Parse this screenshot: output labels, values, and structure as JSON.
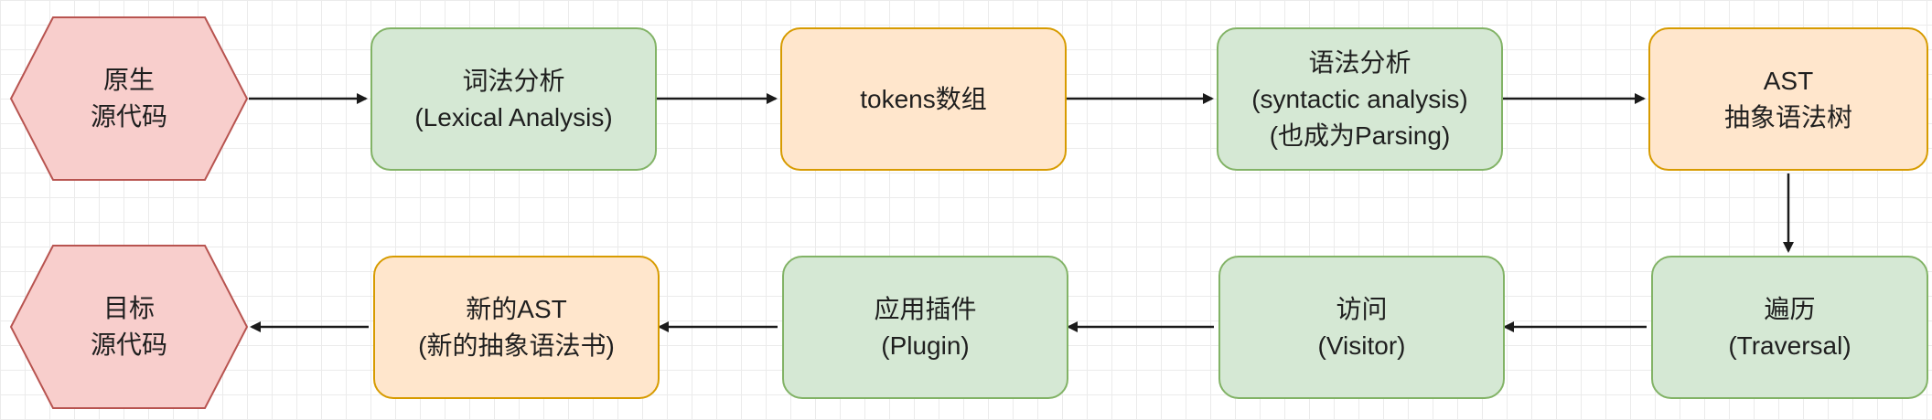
{
  "colors": {
    "process_fill": "#d5e8d4",
    "process_stroke": "#82b366",
    "data_fill": "#ffe6cc",
    "data_stroke": "#d79b00",
    "terminal_fill": "#f8cecc",
    "terminal_stroke": "#b85450",
    "arrow": "#1a1a1a",
    "grid": "#ebebeb"
  },
  "nodes": {
    "source": {
      "line1": "原生",
      "line2": "源代码"
    },
    "lexical": {
      "line1": "词法分析",
      "line2": "(Lexical Analysis)"
    },
    "tokens": {
      "line1": "tokens数组"
    },
    "syntactic": {
      "line1": "语法分析",
      "line2": "(syntactic analysis)",
      "line3": "(也成为Parsing)"
    },
    "ast": {
      "line1": "AST",
      "line2": "抽象语法树"
    },
    "traversal": {
      "line1": "遍历",
      "line2": "(Traversal)"
    },
    "visitor": {
      "line1": "访问",
      "line2": "(Visitor)"
    },
    "plugin": {
      "line1": "应用插件",
      "line2": "(Plugin)"
    },
    "new_ast": {
      "line1": "新的AST",
      "line2": "(新的抽象语法书)"
    },
    "target": {
      "line1": "目标",
      "line2": "源代码"
    }
  }
}
